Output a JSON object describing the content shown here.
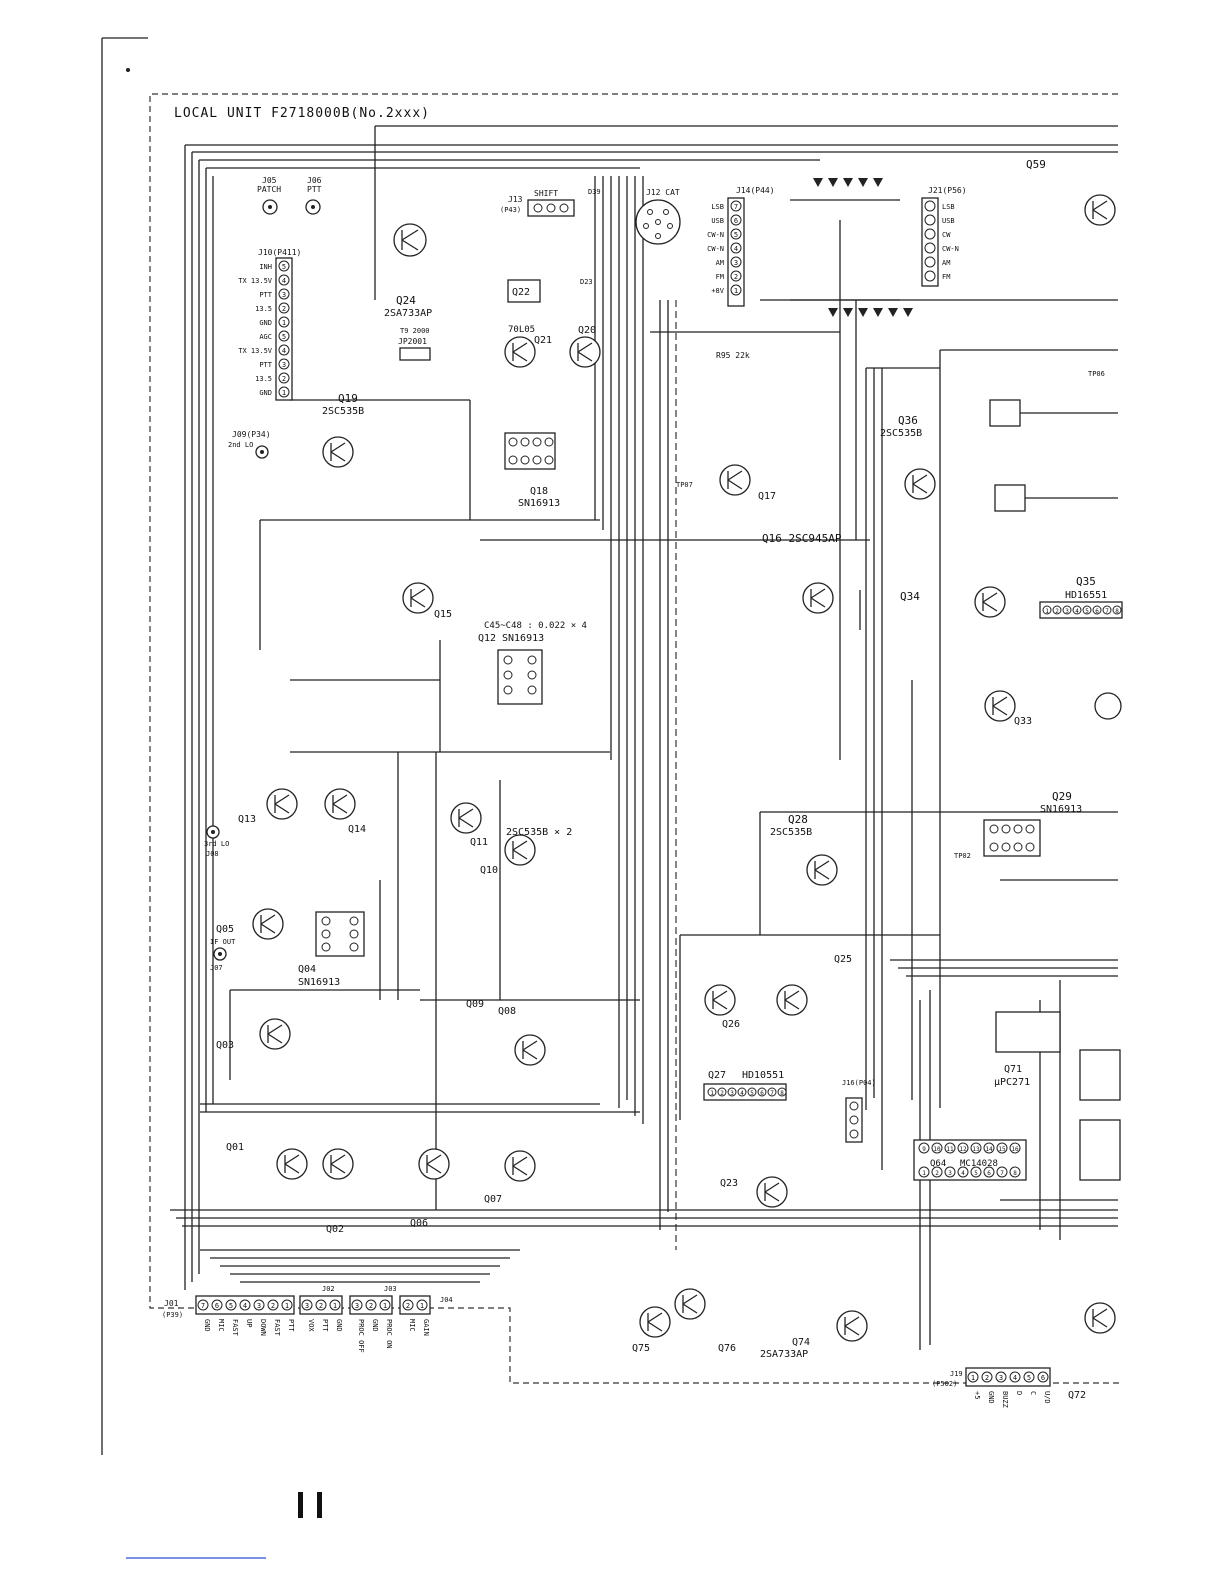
{
  "title": "LOCAL UNIT F2718000B(No.2xxx)",
  "labels": {
    "j05": "J05",
    "patch": "PATCH",
    "j06": "J06",
    "ptt_j": "PTT",
    "j10": "J10(P411)",
    "j13": "J13",
    "j13b": "(P43)",
    "shift": "SHIFT",
    "j12": "J12 CAT",
    "j14": "J14(P44)",
    "j21": "J21(P56)",
    "q24": "Q24",
    "q24t": "2SA733AP",
    "q22": "Q22",
    "q21": "Q21",
    "q20": "Q20",
    "reg": "70L05",
    "q19": "Q19",
    "q19t": "2SC535B",
    "jp2001": "JP2001",
    "t9": "T9 2000",
    "q18": "Q18",
    "q18t": "SN16913",
    "q17": "Q17",
    "q16": "Q16 2SC945AP",
    "q36": "Q36",
    "q36t": "2SC535B",
    "q34": "Q34",
    "q35": "Q35",
    "q35t": "HD16551",
    "q33": "Q33",
    "q15": "Q15",
    "c45": "C45~C48 : 0.022 × 4",
    "q12": "Q12",
    "q12t": "SN16913",
    "q13": "Q13",
    "q14": "Q14",
    "q11": "Q11",
    "q10": "Q10",
    "q11t": "2SC535B × 2",
    "q28": "Q28",
    "q28t": "2SC535B",
    "q29": "Q29",
    "q29t": "SN16913",
    "q05": "Q05",
    "q04": "Q04",
    "q04t": "SN16913",
    "q25": "Q25",
    "q26": "Q26",
    "q03": "Q03",
    "q09": "Q09",
    "q08": "Q08",
    "q27": "Q27",
    "q27t": "HD10551",
    "q71": "Q71",
    "q71t": "µPC271",
    "q64": "Q64",
    "q64t": "MC14028",
    "j16": "J16(P04)",
    "q01": "Q01",
    "q02": "Q02",
    "q06": "Q06",
    "q07": "Q07",
    "q23": "Q23",
    "q75": "Q75",
    "q76": "Q76",
    "q74": "Q74",
    "q74t": "2SA733AP",
    "q72": "Q72",
    "q59": "Q59",
    "j01": "J01",
    "j01b": "(P39)",
    "j02": "J02",
    "j03": "J03",
    "j04": "J04",
    "j19": "J19",
    "j19b": "(P502)",
    "j09": "J09(P34)",
    "j08": "J08",
    "j07": "J07",
    "j07b": "IF OUT",
    "tp07": "TP07",
    "tp06": "TP06",
    "tp02": "TP02",
    "d23": "D23",
    "r95": "R95 22k",
    "d39": "D39",
    "j09b": "2nd LO",
    "q13b": "3rd LO"
  },
  "j10_pins": [
    "INH",
    "TX 13.5V",
    "PTT",
    "13.5",
    "GND",
    "AGC",
    "TX 13.5V",
    "PTT",
    "13.5",
    "GND"
  ],
  "j14_pins": [
    "LSB",
    "USB",
    "CW-N",
    "CW-N",
    "AM",
    "FM",
    "+8V"
  ],
  "j21_pins": [
    "LSB",
    "USB",
    "CW",
    "CW-N",
    "AM",
    "FM"
  ],
  "j01_pins": [
    "7",
    "6",
    "5",
    "4",
    "3",
    "2",
    "1"
  ],
  "j01_labels": [
    "GND",
    "MIC",
    "FAST",
    "UP",
    "DOWN",
    "FAST",
    "PTT"
  ],
  "j02_pins": [
    "3",
    "2",
    "1"
  ],
  "j02_labels": [
    "VOX",
    "PTT",
    "GND"
  ],
  "j03_pins": [
    "3",
    "2",
    "1"
  ],
  "j03_labels": [
    "PROC OFF",
    "GND",
    "PROC ON"
  ],
  "j04_pins": [
    "2",
    "1"
  ],
  "j04_labels": [
    "MIC",
    "GAIN"
  ],
  "j19_pins": [
    "1",
    "2",
    "3",
    "4",
    "5",
    "6"
  ],
  "j19_labels": [
    "+5",
    "GND",
    "BUZZ",
    "D",
    "C",
    "U/D"
  ],
  "q27_pins": [
    "1",
    "2",
    "3",
    "4",
    "5",
    "6",
    "7",
    "8"
  ],
  "q64_pins": [
    "9",
    "10",
    "11",
    "12",
    "13",
    "14",
    "15",
    "16"
  ],
  "q64_pins_b": [
    "1",
    "2",
    "3",
    "4",
    "5",
    "6",
    "7",
    "8"
  ],
  "q35_pins": [
    "1",
    "2",
    "3",
    "4",
    "5",
    "6",
    "7",
    "8"
  ]
}
